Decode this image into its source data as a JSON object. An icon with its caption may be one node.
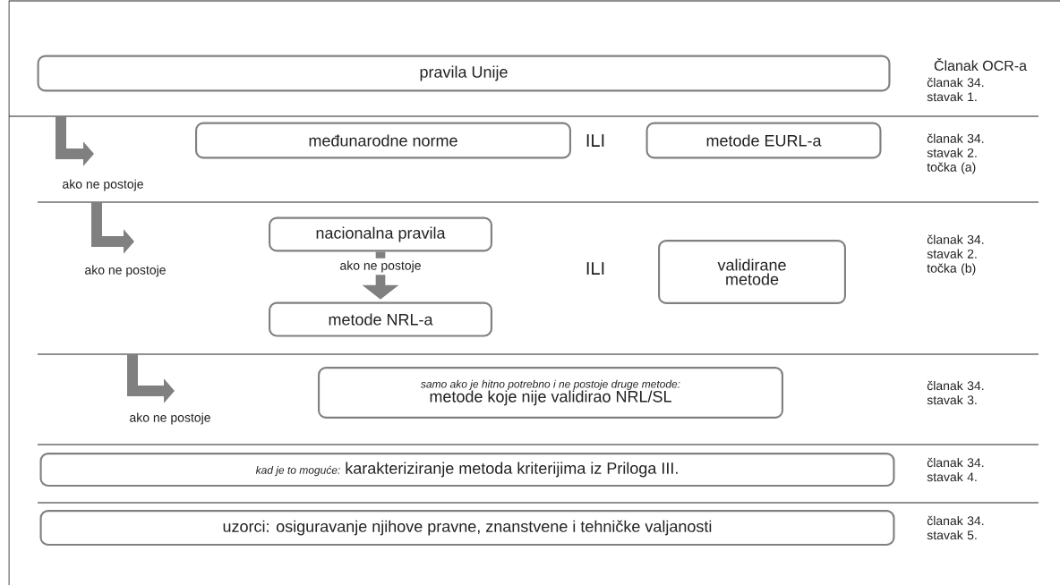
{
  "diagram": {
    "nodes": [
      {
        "text": [
          "pravila Unije"
        ]
      },
      {
        "text": [
          "međunarodne norme"
        ]
      },
      {
        "text": [
          "metode EURL-a"
        ]
      },
      {
        "text": [
          "nacionalna pravila"
        ]
      },
      {
        "text": [
          "metode NRL-a"
        ]
      },
      {
        "text": [
          "validirane metode"
        ]
      },
      {
        "text": [
          "samo ako je hitno potrebno i ne postoje druge metode:",
          "metode koje nije validirao NRL/SL"
        ]
      },
      {
        "text": [
          "kad je to moguće:",
          "karakteriziranje metoda kriterijima iz Priloga III."
        ]
      },
      {
        "text": [
          "uzorci: osiguravanje njihove pravne, znanstvene i tehničke valjanosti"
        ]
      }
    ],
    "edges": [
      {
        "from": 3,
        "to": 4,
        "arrow": "to",
        "label": "ako ne postoje"
      }
    ],
    "labels": [
      "Članak OCR-a",
      "članak 34. stavak 1.",
      "ILI",
      "članak 34. stavak 2. točka (a)",
      "ako ne postoje",
      "ILI",
      "članak 34. stavak 2. točka (b)",
      "ako ne postoje",
      "ako ne postoje",
      "članak 34. stavak 3.",
      "članak 34. stavak 4.",
      "članak 34. stavak 5."
    ]
  }
}
